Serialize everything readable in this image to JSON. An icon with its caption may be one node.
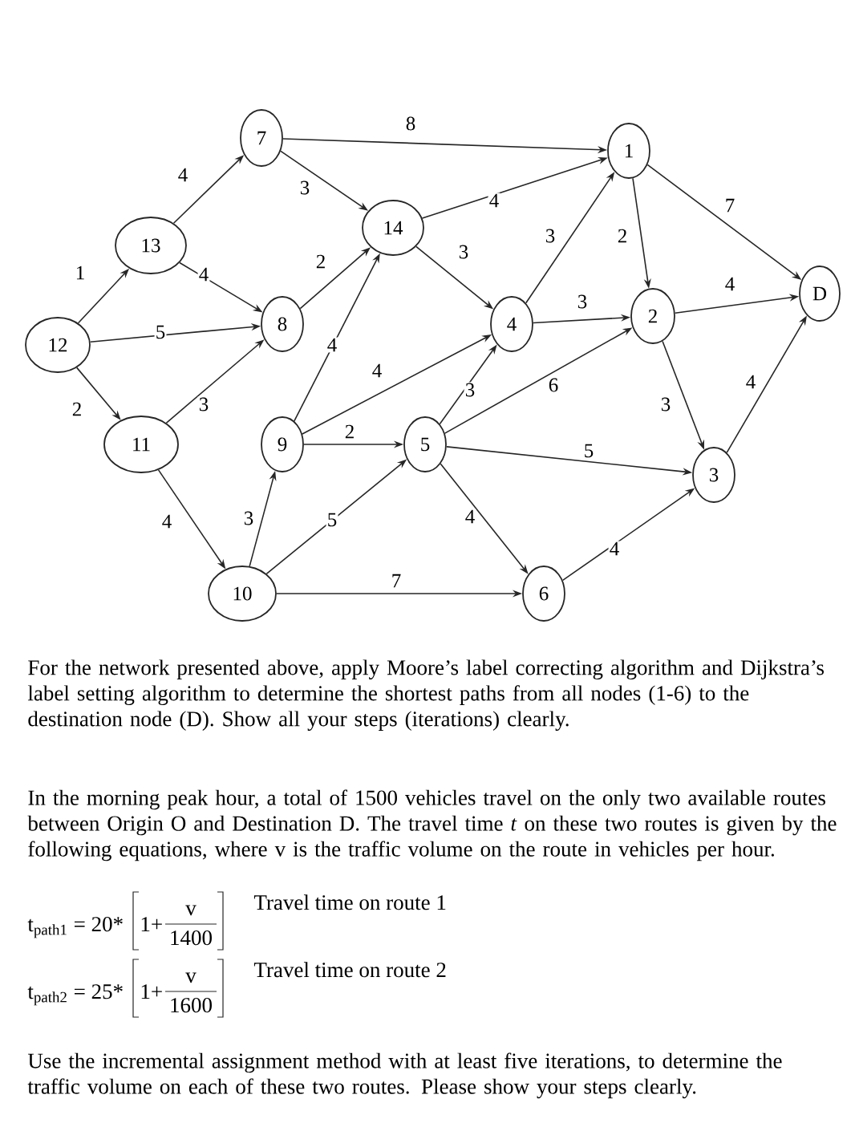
{
  "diagram": {
    "nodes": [
      {
        "text": [
          "1"
        ]
      },
      {
        "text": [
          "2"
        ]
      },
      {
        "text": [
          "3"
        ]
      },
      {
        "text": [
          "4"
        ]
      },
      {
        "text": [
          "5"
        ]
      },
      {
        "text": [
          "6"
        ]
      },
      {
        "text": [
          "7"
        ]
      },
      {
        "text": [
          "8"
        ]
      },
      {
        "text": [
          "9"
        ]
      },
      {
        "text": [
          "10"
        ]
      },
      {
        "text": [
          "11"
        ]
      },
      {
        "text": [
          "12"
        ]
      },
      {
        "text": [
          "13"
        ]
      },
      {
        "text": [
          "14"
        ]
      },
      {
        "text": [
          "D"
        ]
      }
    ],
    "edges": [
      {
        "from": 11,
        "to": 12,
        "arrow": "to",
        "label": "1"
      },
      {
        "from": 11,
        "to": 7,
        "arrow": "to",
        "label": "5"
      },
      {
        "from": 11,
        "to": 10,
        "arrow": "to",
        "label": "2"
      },
      {
        "from": 12,
        "to": 6,
        "arrow": "to",
        "label": "4"
      },
      {
        "from": 12,
        "to": 7,
        "arrow": "to",
        "label": "4"
      },
      {
        "from": 10,
        "to": 7,
        "arrow": "to",
        "label": "3"
      },
      {
        "from": 10,
        "to": 9,
        "arrow": "to",
        "label": "4"
      },
      {
        "from": 6,
        "to": 13,
        "arrow": "to",
        "label": "3"
      },
      {
        "from": 6,
        "to": 0,
        "arrow": "to",
        "label": "8"
      },
      {
        "from": 7,
        "to": 13,
        "arrow": "to",
        "label": "2"
      },
      {
        "from": 8,
        "to": 13,
        "arrow": "to",
        "label": "4"
      },
      {
        "from": 9,
        "to": 8,
        "arrow": "to",
        "label": "3"
      },
      {
        "from": 9,
        "to": 4,
        "arrow": "to",
        "label": "5"
      },
      {
        "from": 9,
        "to": 5,
        "arrow": "to",
        "label": "7"
      },
      {
        "from": 8,
        "to": 3,
        "arrow": "to",
        "label": "4"
      },
      {
        "from": 8,
        "to": 4,
        "arrow": "to",
        "label": "2"
      },
      {
        "from": 13,
        "to": 0,
        "arrow": "to",
        "label": "4"
      },
      {
        "from": 13,
        "to": 3,
        "arrow": "to",
        "label": "3"
      },
      {
        "from": 3,
        "to": 0,
        "arrow": "to",
        "label": "3"
      },
      {
        "from": 3,
        "to": 1,
        "arrow": "to",
        "label": "3"
      },
      {
        "from": 4,
        "to": 3,
        "arrow": "to",
        "label": "3"
      },
      {
        "from": 4,
        "to": 1,
        "arrow": "to",
        "label": "6"
      },
      {
        "from": 4,
        "to": 2,
        "arrow": "to",
        "label": "5"
      },
      {
        "from": 4,
        "to": 5,
        "arrow": "to",
        "label": "4"
      },
      {
        "from": 0,
        "to": 1,
        "arrow": "to",
        "label": "2"
      },
      {
        "from": 0,
        "to": 14,
        "arrow": "to",
        "label": "7"
      },
      {
        "from": 1,
        "to": 14,
        "arrow": "to",
        "label": "4"
      },
      {
        "from": 1,
        "to": 2,
        "arrow": "to",
        "label": "3"
      },
      {
        "from": 2,
        "to": 14,
        "arrow": "to",
        "label": "4"
      },
      {
        "from": 5,
        "to": 2,
        "arrow": "to",
        "label": "4"
      }
    ],
    "labels": [
      "For the network presented above, apply Moore’s label correcting algorithm and Dijkstra’s label setting algorithm to determine the shortest paths from all nodes (1-6) to the destination node (D). Show all your steps (iterations) clearly.",
      "In the morning peak hour, a total of 1500 vehicles travel on the only two available routes between Origin O and Destination D. The travel time *t* on these two routes is given by the following equations, where v is the traffic volume on the route in vehicles per hour.",
      "t$_{path1}$ = 20*",
      "1+",
      "v",
      "1400",
      "Travel time on route 1",
      "t$_{path2}$ = 25*",
      "1+",
      "v",
      "1600",
      "Travel time on route 2",
      "Use the incremental assignment method with at least five iterations, to determine the traffic volume on each of these two routes. Please show your steps clearly."
    ]
  }
}
